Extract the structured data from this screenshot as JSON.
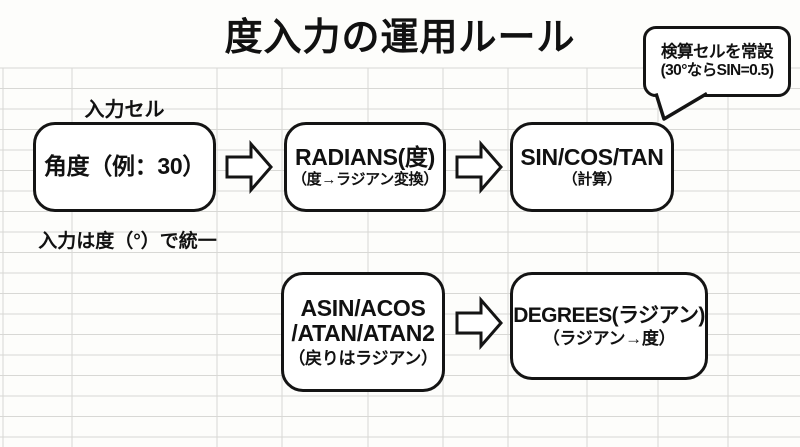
{
  "title": "度入力の運用ルール",
  "callout": {
    "line1": "検算セルを常設",
    "line2": "(30°ならSIN=0.5)"
  },
  "flow": {
    "input_label": "入力セル",
    "box1": {
      "title": "角度（例：30）"
    },
    "box1_caption": "入力は度（°）で統一",
    "box2": {
      "title": "RADIANS(度)",
      "subtitle": "（度→ラジアン変換）"
    },
    "box3": {
      "title": "SIN/COS/TAN",
      "subtitle": "（計算）"
    },
    "box4": {
      "line1": "ASIN/ACOS",
      "line2": "/ATAN/ATAN2",
      "subtitle": "（戻りはラジアン）"
    },
    "box5": {
      "title": "DEGREES(ラジアン)",
      "subtitle": "（ラジアン→度）"
    }
  },
  "colors": {
    "ink": "#111111",
    "box_border": "#141414",
    "grid_line": "#d8d8d5",
    "background": "#fdfdfb"
  }
}
